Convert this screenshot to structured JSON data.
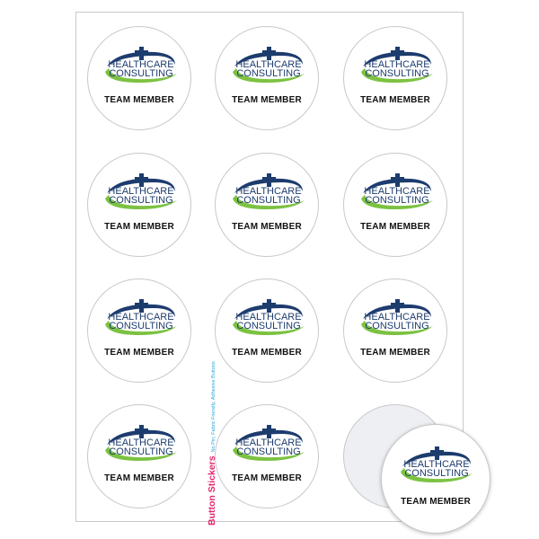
{
  "product": {
    "title": "Button Stickers",
    "subtitle": "No Pin, Fabric Friendly, Adhesive Buttons"
  },
  "sticker": {
    "logo_line1": "HEALTHCARE",
    "logo_line2": "CONSULTING",
    "label": "TEAM MEMBER"
  },
  "sheet": {
    "rows": 4,
    "columns": 3,
    "stickers_on_sheet": 11,
    "peeled": 1
  },
  "colors": {
    "navy": "#1d3c6e",
    "green": "#7cc242",
    "pink": "#e4246c",
    "blue": "#2aa6dc",
    "backing": "#eeeff2"
  }
}
